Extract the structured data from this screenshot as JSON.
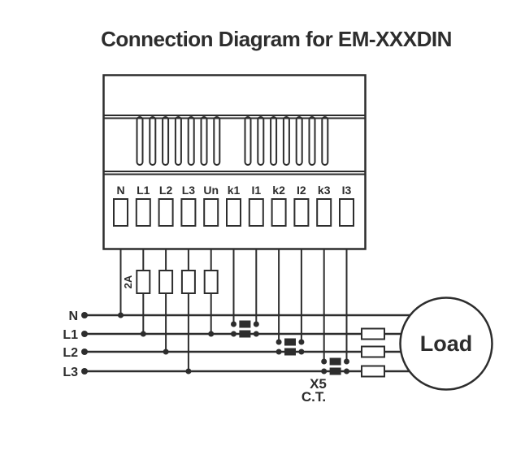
{
  "title": "Connection Diagram for EM-XXXDIN",
  "colors": {
    "stroke": "#2d2d2d",
    "background": "#ffffff"
  },
  "device": {
    "terminals": [
      "N",
      "L1",
      "L2",
      "L3",
      "Un",
      "k1",
      "I1",
      "k2",
      "I2",
      "k3",
      "I3"
    ]
  },
  "lines": [
    "N",
    "L1",
    "L2",
    "L3"
  ],
  "fuse": {
    "rating": "2A"
  },
  "ct": {
    "designator": "X5",
    "label": "C.T."
  },
  "load": {
    "label": "Load"
  },
  "connections": [
    {
      "terminal": "N",
      "to": "line N"
    },
    {
      "terminal": "L1",
      "to": "line L1",
      "via": "fuse 2A"
    },
    {
      "terminal": "L2",
      "to": "line L2",
      "via": "fuse"
    },
    {
      "terminal": "L3",
      "to": "line L3",
      "via": "fuse"
    },
    {
      "terminal": "Un",
      "to": "line L1",
      "via": "fuse"
    },
    {
      "terminals": "k1, I1",
      "to": "CT on line L1"
    },
    {
      "terminals": "k2, I2",
      "to": "CT on line L2"
    },
    {
      "terminals": "k3, I3",
      "to": "CT on line L3"
    },
    {
      "lines": "N, L1, L2, L3",
      "to": "Load",
      "note": "L1, L2, L3 through fuses"
    }
  ]
}
